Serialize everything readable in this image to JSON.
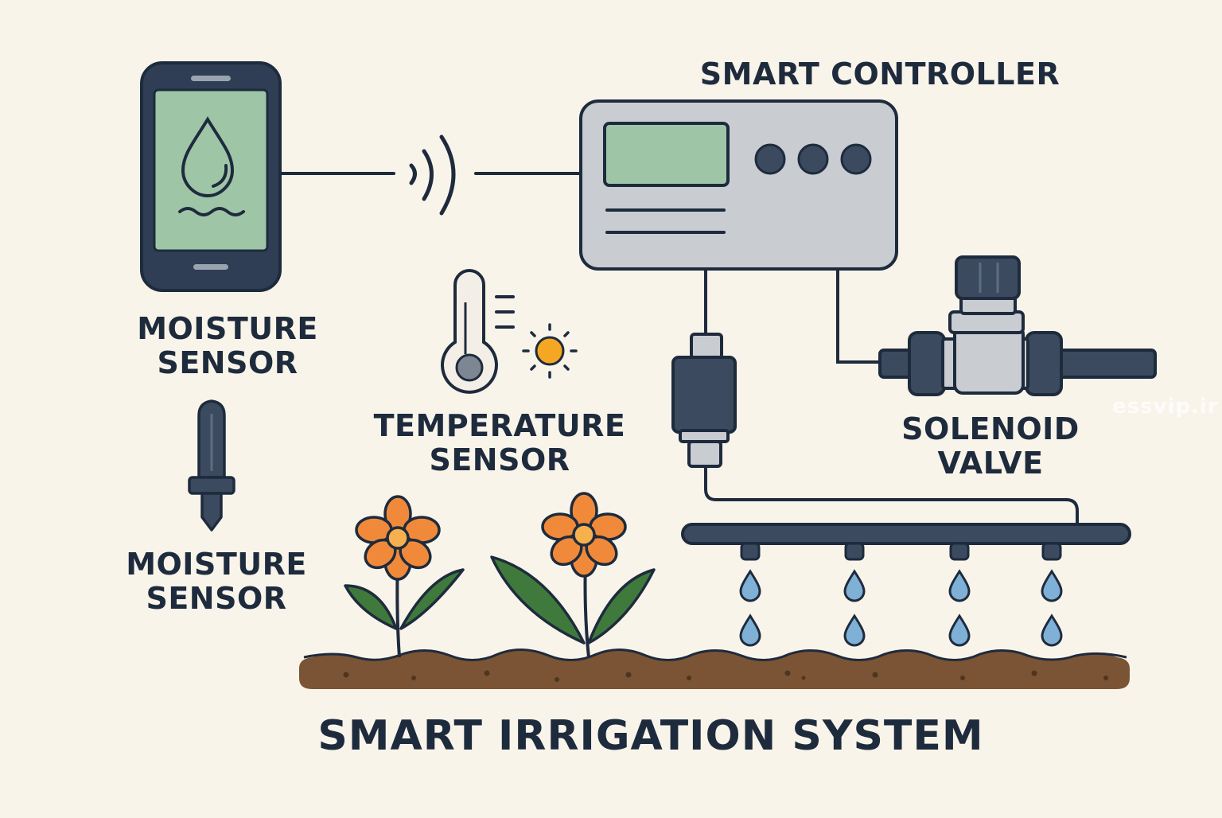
{
  "diagram": {
    "title": "SMART IRRIGATION SYSTEM",
    "labels": {
      "phone": [
        "MOISTURE",
        "SENSOR"
      ],
      "probe": [
        "MOISTURE",
        "SENSOR"
      ],
      "controller": "SMART CONTROLLER",
      "temperature": [
        "TEMPERATURE",
        "SENSOR"
      ],
      "valve": [
        "SOLENOID",
        "VALVE"
      ]
    },
    "watermark": "essvip.ir"
  },
  "colors": {
    "background": "#f9f4ea",
    "outline": "#1e2b3d",
    "screen": "#9fc5a7",
    "device": "#c9ccd1",
    "pipe": "#3b4a5e",
    "flower": "#f08a3a",
    "flower_center": "#f6b04d",
    "leaf": "#3f7a3c",
    "soil": "#7a5434",
    "sun": "#f5a623",
    "water": "#7fb0d6"
  },
  "icons": [
    "smartphone-icon",
    "water-drop-icon",
    "wireless-signal-icon",
    "controller-icon",
    "thermometer-icon",
    "sun-icon",
    "moisture-probe-icon",
    "solenoid-valve-icon",
    "flower-icon",
    "drip-line-icon",
    "soil-icon"
  ]
}
